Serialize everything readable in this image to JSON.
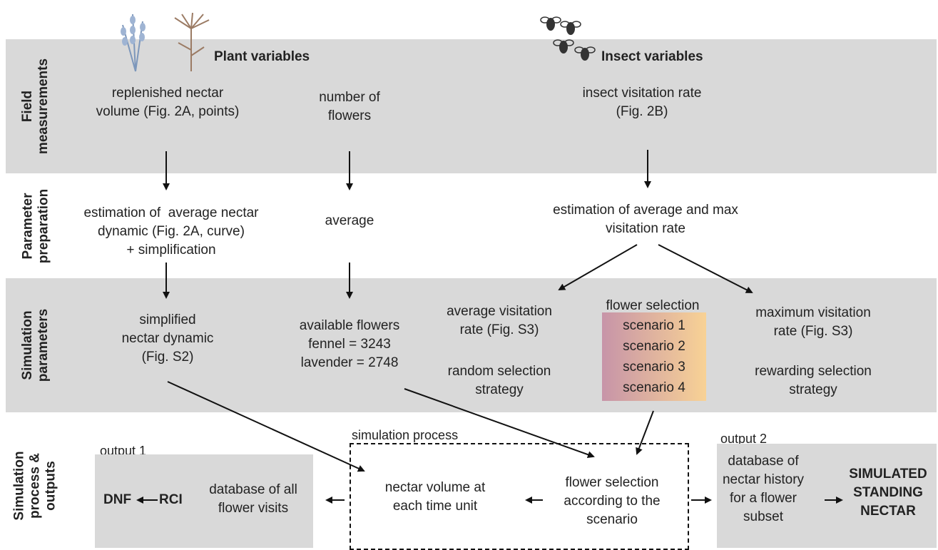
{
  "bands": {
    "field": "Field\nmeasurements",
    "param": "Parameter\npreparation",
    "sim": "Simulation\nparameters",
    "process": "Simulation\nprocess &\noutputs"
  },
  "headers": {
    "plant": "Plant variables",
    "insect": "Insect variables"
  },
  "field": {
    "nectar": "replenished nectar\nvolume (Fig. 2A, points)",
    "flowers": "number of\nflowers",
    "visitation": "insect visitation rate\n(Fig. 2B)"
  },
  "param": {
    "nectar": "estimation of  average nectar\ndynamic (Fig. 2A, curve)\n+ simplification",
    "flowers": "average",
    "visitation": "estimation of average and max\nvisitation rate"
  },
  "sim": {
    "nectar": "simplified\nnectar dynamic\n(Fig. S2)",
    "flowers": "available flowers\nfennel = 3243\nlavender = 2748",
    "avg_rate": "average visitation\nrate (Fig. S3)",
    "random": "random selection\nstrategy",
    "selection_title": "flower selection",
    "scenarios": [
      "scenario 1",
      "scenario 2",
      "scenario 3",
      "scenario 4"
    ],
    "max_rate": "maximum visitation\nrate (Fig. S3)",
    "rewarding": "rewarding selection\nstrategy"
  },
  "process": {
    "output1_label": "output 1",
    "dnf": "DNF",
    "rci": "RCI",
    "db_visits": "database of all\nflower visits",
    "sim_process_label": "simulation process",
    "nectar_volume": "nectar volume at\neach time unit",
    "flower_selection": "flower selection\naccording to the\nscenario",
    "output2_label": "output 2",
    "db_history": "database of\nnectar history\nfor a flower\nsubset",
    "standing_nectar": "SIMULATED\nSTANDING\nNECTAR"
  },
  "icons": [
    "lavender-icon",
    "fennel-icon",
    "bee-icon"
  ]
}
